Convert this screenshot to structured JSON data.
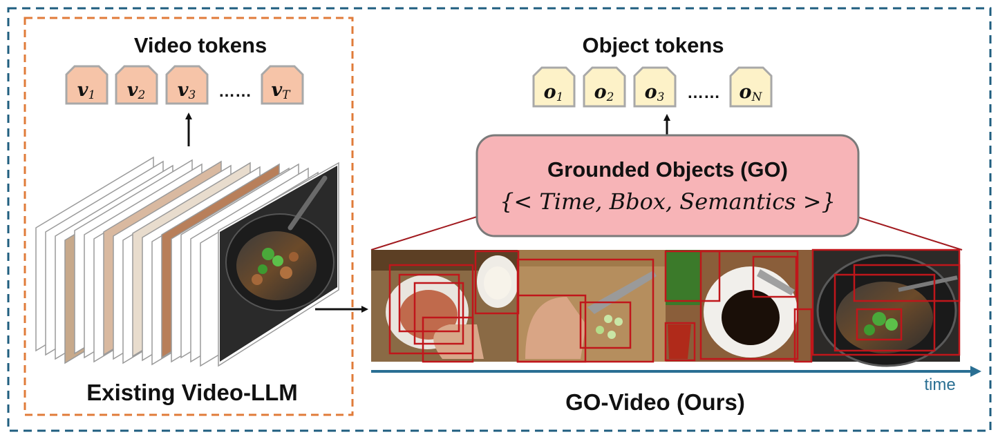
{
  "left_panel": {
    "heading": "Video tokens",
    "tokens": [
      {
        "base": "v",
        "sub": "1"
      },
      {
        "base": "v",
        "sub": "2"
      },
      {
        "base": "v",
        "sub": "3"
      },
      {
        "base": "v",
        "sub": "T"
      }
    ],
    "ellipsis": "……",
    "caption": "Existing Video-LLM"
  },
  "right_panel": {
    "heading": "Object tokens",
    "tokens": [
      {
        "base": "o",
        "sub": "1"
      },
      {
        "base": "o",
        "sub": "2"
      },
      {
        "base": "o",
        "sub": "3"
      },
      {
        "base": "o",
        "sub": "N"
      }
    ],
    "ellipsis": "……",
    "go_box": {
      "title": "Grounded Objects (GO)",
      "formula": "{< Time, Bbox, Semantics >}"
    },
    "time_label": "time",
    "caption": "GO-Video (Ours)"
  },
  "colors": {
    "outer_border": "#1f5e7f",
    "left_border": "#e07b39",
    "video_token_fill": "#f6c4a8",
    "object_token_fill": "#fdf2c8",
    "token_stroke": "#a8a8a8",
    "go_box_fill": "#f7b4b7",
    "go_box_stroke": "#7a7a7a",
    "bbox_red": "#c0161b",
    "time_axis": "#2a6f93"
  }
}
